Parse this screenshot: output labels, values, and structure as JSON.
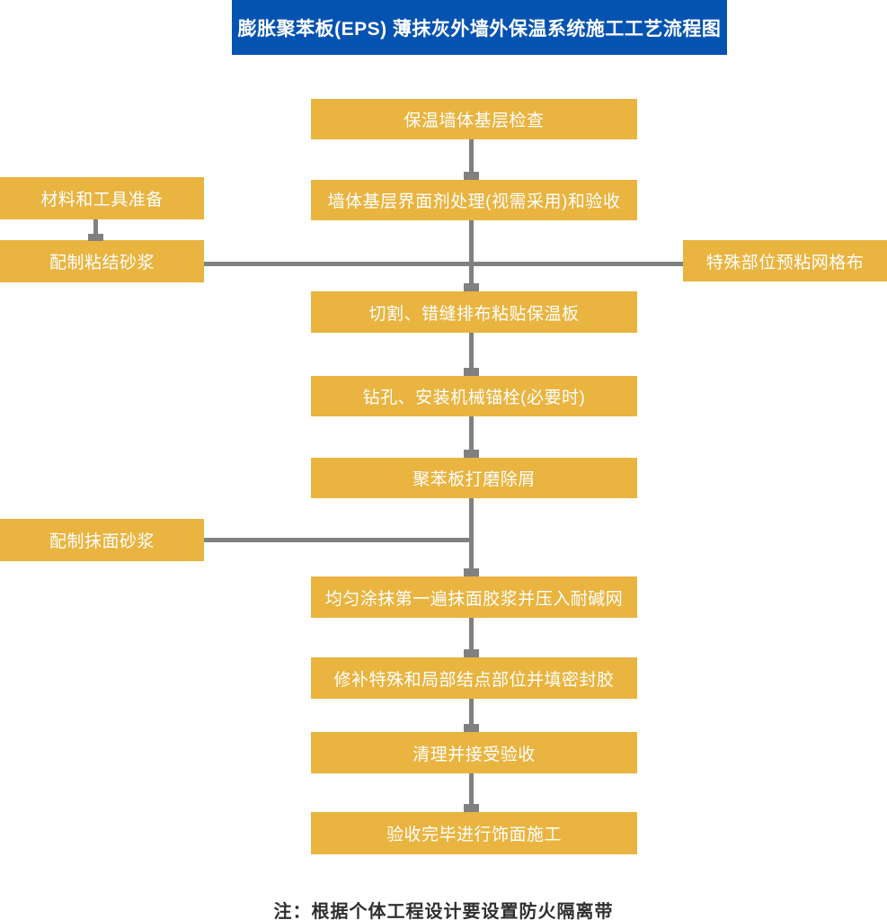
{
  "title": {
    "text": "膨胀聚苯板(EPS) 薄抹灰外墙外保温系统施工工艺流程图"
  },
  "flow": {
    "main_steps": [
      "保温墙体基层检查",
      "墙体基层界面剂处理(视需采用)和验收",
      "切割、错缝排布粘贴保温板",
      "钻孔、安装机械锚栓(必要时)",
      "聚苯板打磨除屑",
      "均匀涂抹第一遍抹面胶浆并压入耐碱网",
      "修补特殊和局部结点部位并填密封胶",
      "清理并接受验收",
      "验收完毕进行饰面施工"
    ],
    "side_left": [
      "材料和工具准备",
      "配制粘结砂浆",
      "配制抹面砂浆"
    ],
    "side_right": [
      "特殊部位预粘网格布"
    ]
  },
  "note": {
    "text": "注：根据个体工程设计要设置防火隔离带"
  },
  "colors": {
    "title_bg": "#0553B1",
    "title_text": "#FFFFFF",
    "box_bg": "#E9B440",
    "box_text": "#FFFFFF",
    "connector": "#808080",
    "note_text": "#2F2F2F"
  }
}
